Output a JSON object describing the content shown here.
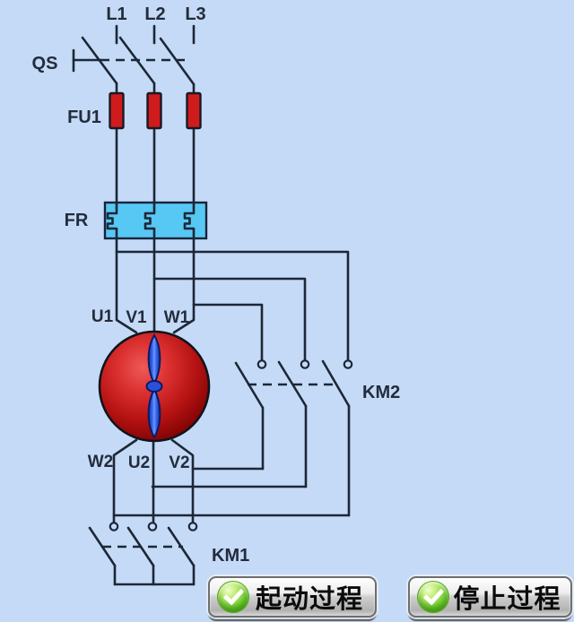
{
  "diagram": {
    "phase_labels": [
      "L1",
      "L2",
      "L3"
    ],
    "qs_label": "QS",
    "fu1_label": "FU1",
    "fr_label": "FR",
    "km2_label": "KM2",
    "km1_label": "KM1",
    "top_terminals": [
      "U1",
      "V1",
      "W1"
    ],
    "bottom_terminals": [
      "W2",
      "U2",
      "V2"
    ]
  },
  "buttons": {
    "start_label": "起动过程",
    "stop_label": "停止过程"
  },
  "colors": {
    "background": "#C5DAF6",
    "wire": "#1C2737",
    "fuse_red": "#CF1B1B",
    "relay_cyan": "#57C7F3",
    "motor_red": "#B51212",
    "propeller_blue": "#3E6BF2",
    "check_green": "#58BE2A",
    "button_silver": "#CFCFCF"
  }
}
